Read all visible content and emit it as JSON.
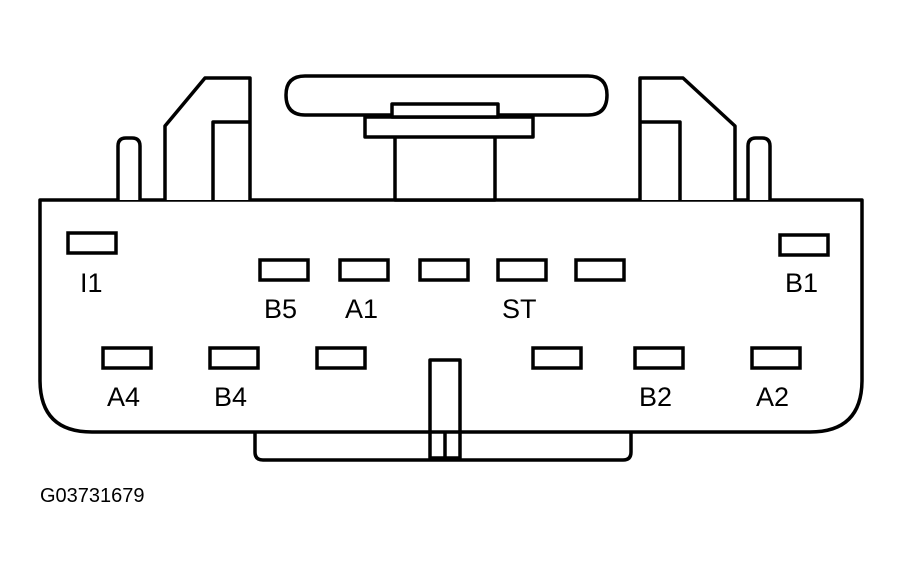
{
  "figure_id": "G03731679",
  "pin_labels": {
    "i1": "I1",
    "b5": "B5",
    "a1": "A1",
    "st": "ST",
    "b1": "B1",
    "a4": "A4",
    "b4": "B4",
    "b2": "B2",
    "a2": "A2"
  }
}
